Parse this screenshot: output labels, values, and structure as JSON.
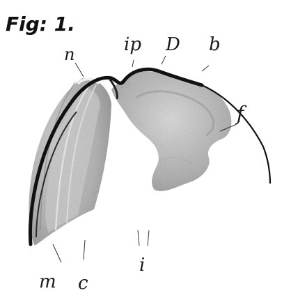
{
  "figure": {
    "title": "Fig: 1.",
    "labels": {
      "n": "n",
      "ip": "ip",
      "D": "D",
      "b": "b",
      "f": "f",
      "m": "m",
      "c": "c",
      "i": "i"
    }
  },
  "colors": {
    "paper": "#ffffff",
    "ink": "#1a1a1a",
    "tissue_dark": "#5a5a5a",
    "tissue_mid": "#9a9a9a",
    "tissue_light": "#d6d6d6"
  }
}
